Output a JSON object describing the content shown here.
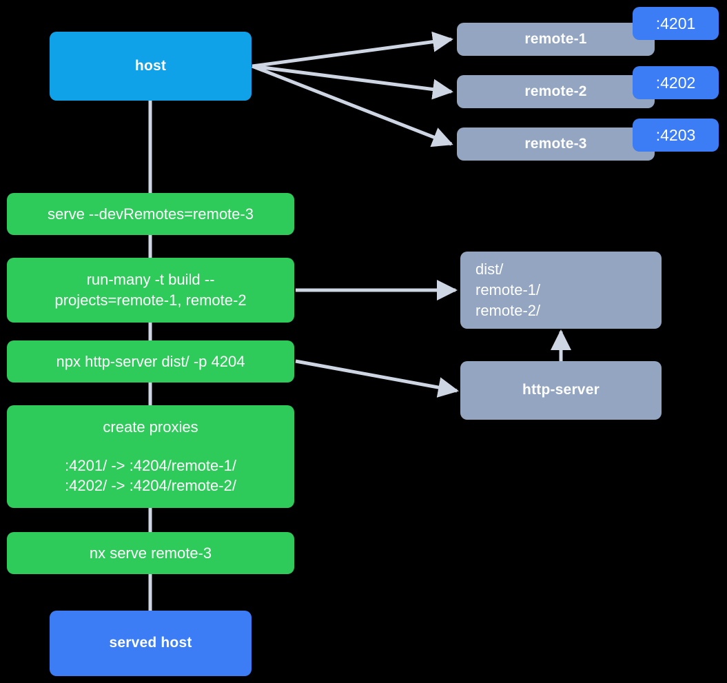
{
  "diagram": {
    "title": "Nx module federation host and remotes serve flow",
    "background_color": "#000000",
    "colors": {
      "host": "#10a2e8",
      "served_host": "#3c7df5",
      "remote": "#93a5c0",
      "command": "#2ecb5b",
      "artifact": "#93a5c0",
      "service": "#93a5c0",
      "port_badge": "#3c7df5",
      "edge": "#ced6e4",
      "text": "#ffffff"
    }
  },
  "nodes": {
    "host": {
      "label": "host"
    },
    "remotes": [
      {
        "label": "remote-1",
        "port": ":4201"
      },
      {
        "label": "remote-2",
        "port": ":4202"
      },
      {
        "label": "remote-3",
        "port": ":4203"
      }
    ],
    "commands": [
      {
        "label": "serve --devRemotes=remote-3"
      },
      {
        "label": "run-many -t build --\nprojects=remote-1, remote-2"
      },
      {
        "label": "npx http-server dist/ -p 4204"
      },
      {
        "title": "create proxies",
        "detail": ":4201/ -> :4204/remote-1/\n:4202/ -> :4204/remote-2/"
      },
      {
        "label": "nx serve remote-3"
      }
    ],
    "dist": {
      "label": "dist/\n    remote-1/\n    remote-2/"
    },
    "http_server": {
      "label": "http-server"
    },
    "served_host": {
      "label": "served host"
    }
  },
  "edges": [
    {
      "from": "host",
      "to": "remote-1"
    },
    {
      "from": "host",
      "to": "remote-2"
    },
    {
      "from": "host",
      "to": "remote-3"
    },
    {
      "from": "run-many",
      "to": "dist"
    },
    {
      "from": "npx-http-server",
      "to": "http-server"
    },
    {
      "from": "http-server",
      "to": "dist"
    },
    {
      "from": "host",
      "to": "served-host",
      "style": "spine"
    }
  ]
}
